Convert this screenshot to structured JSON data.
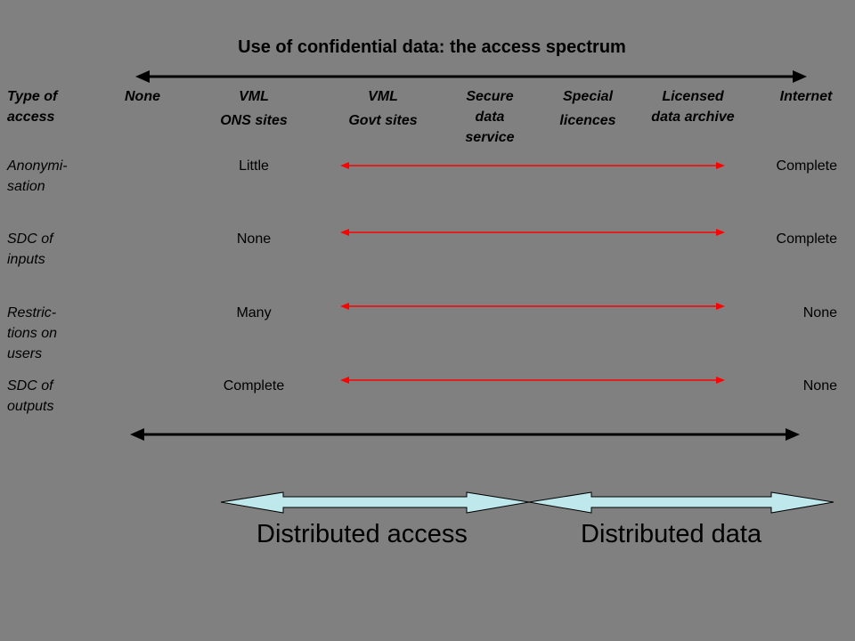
{
  "title": "Use of confidential data: the access spectrum",
  "type_of_access": "Type of access",
  "columns": [
    {
      "line1": "None",
      "line2": ""
    },
    {
      "line1": "VML",
      "line2": "ONS sites"
    },
    {
      "line1": "VML",
      "line2": "Govt sites"
    },
    {
      "line1": "Secure data service",
      "line2": ""
    },
    {
      "line1": "Special",
      "line2": "licences"
    },
    {
      "line1": "Licensed data archive",
      "line2": ""
    },
    {
      "line1": "Internet",
      "line2": ""
    }
  ],
  "rows": [
    {
      "label": "Anonymi-sation",
      "left": "Little",
      "right": "Complete"
    },
    {
      "label": "SDC of inputs",
      "left": "None",
      "right": "Complete"
    },
    {
      "label": "Restric-tions on users",
      "left": "Many",
      "right": "None"
    },
    {
      "label": "SDC of outputs",
      "left": "Complete",
      "right": "None"
    }
  ],
  "bottom": {
    "left_label": "Distributed access",
    "right_label": "Distributed data"
  },
  "colors": {
    "background": "#808080",
    "arrow_red": "#ff0000",
    "arrow_fill": "#bfe8ec",
    "line_black": "#000000"
  }
}
